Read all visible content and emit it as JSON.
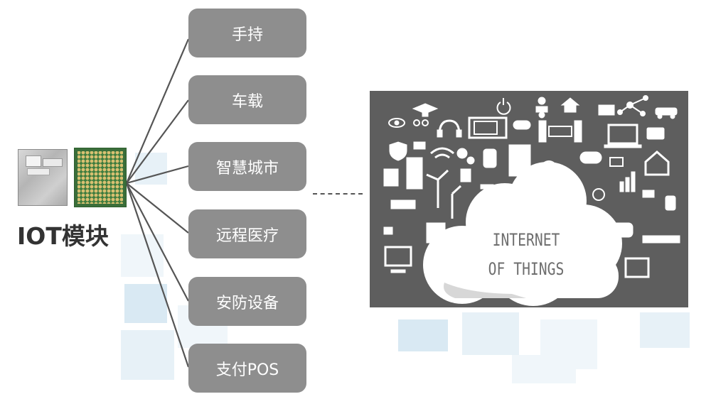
{
  "module": {
    "title": "IOT模块"
  },
  "categories": [
    {
      "label": "手持"
    },
    {
      "label": "车载"
    },
    {
      "label": "智慧城市"
    },
    {
      "label": "远程医疗"
    },
    {
      "label": "安防设备"
    },
    {
      "label": "支付POS"
    }
  ],
  "iot_image": {
    "line1": "INTERNET",
    "line2": "OF THINGS"
  },
  "colors": {
    "button_bg": "#8e8e8e",
    "panel_bg": "#5e5e5e",
    "cloud": "#ffffff",
    "connector": "#555555"
  }
}
